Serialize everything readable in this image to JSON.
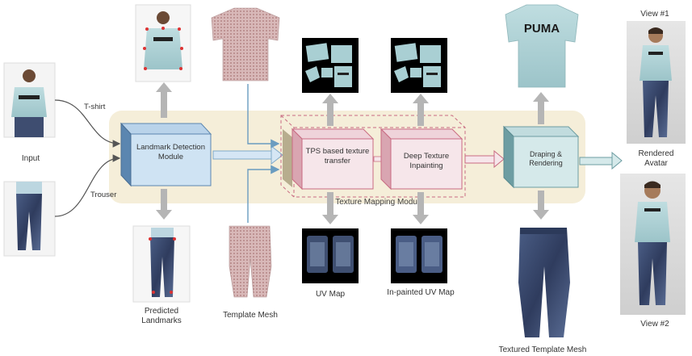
{
  "labels": {
    "input": "Input",
    "tshirt": "T-shirt",
    "trouser": "Trouser",
    "landmark_module": "Landmark Detection Module",
    "tps": "TPS based texture transfer",
    "inpainting": "Deep Texture Inpainting",
    "texture_mapping_module": "Texture Mapping Module",
    "draping": "Draping & Rendering",
    "rendered_avatar": "Rendered Avatar",
    "predicted_landmarks": "Predicted Landmarks",
    "template_mesh": "Template Mesh",
    "uv_map": "UV Map",
    "inpainted_uv_map": "In-painted UV Map",
    "textured_template_mesh": "Textured Template Mesh",
    "view1": "View #1",
    "view2": "View #2",
    "puma_text": "PUMA"
  },
  "colors": {
    "band": "#f5eed9",
    "landmark_front": "#cfe3f3",
    "landmark_side": "#5b86b0",
    "texture_box": "#f6e6ea",
    "texture_border": "#c96b82",
    "draping_front": "#d5e9ea",
    "draping_side": "#6d9da2",
    "shirt": "#a9cfd3",
    "jeans": "#3b4b6e",
    "arrow_gray": "#b5b5b5",
    "arrow_blue": "#7fa9c9"
  }
}
